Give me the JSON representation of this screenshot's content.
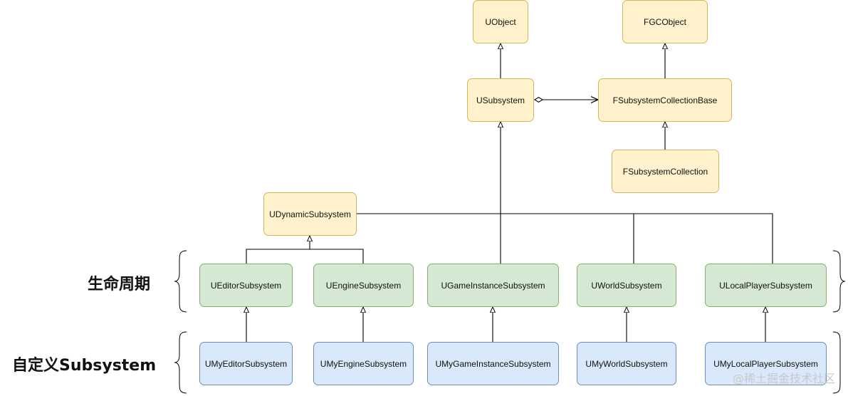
{
  "nodes": {
    "uobject": "UObject",
    "fgcobject": "FGCObject",
    "usubsystem": "USubsystem",
    "fsubsystem_collection_base": "FSubsystemCollectionBase",
    "fsubsystem_collection": "FSubsystemCollection",
    "udynamic_subsystem": "UDynamicSubsystem",
    "ueditor_subsystem": "UEditorSubsystem",
    "uengine_subsystem": "UEngineSubsystem",
    "ugame_instance_subsystem": "UGameInstanceSubsystem",
    "uworld_subsystem": "UWorldSubsystem",
    "ulocal_player_subsystem": "ULocalPlayerSubsystem",
    "umy_editor_subsystem": "UMyEditorSubsystem",
    "umy_engine_subsystem": "UMyEngineSubsystem",
    "umy_game_instance_subsystem": "UMyGameInstanceSubsystem",
    "umy_world_subsystem": "UMyWorldSubsystem",
    "umy_local_player_subsystem": "UMyLocalPlayerSubsystem"
  },
  "labels": {
    "lifecycle": "生命周期",
    "custom_subsystem": "自定义Subsystem"
  },
  "watermark": "@稀土掘金技术社区",
  "colors": {
    "base_fill": "#fff2cc",
    "base_border": "#d6b656",
    "lifecycle_fill": "#d5e8d4",
    "lifecycle_border": "#82b366",
    "custom_fill": "#dae8fc",
    "custom_border": "#6c8ebf"
  }
}
